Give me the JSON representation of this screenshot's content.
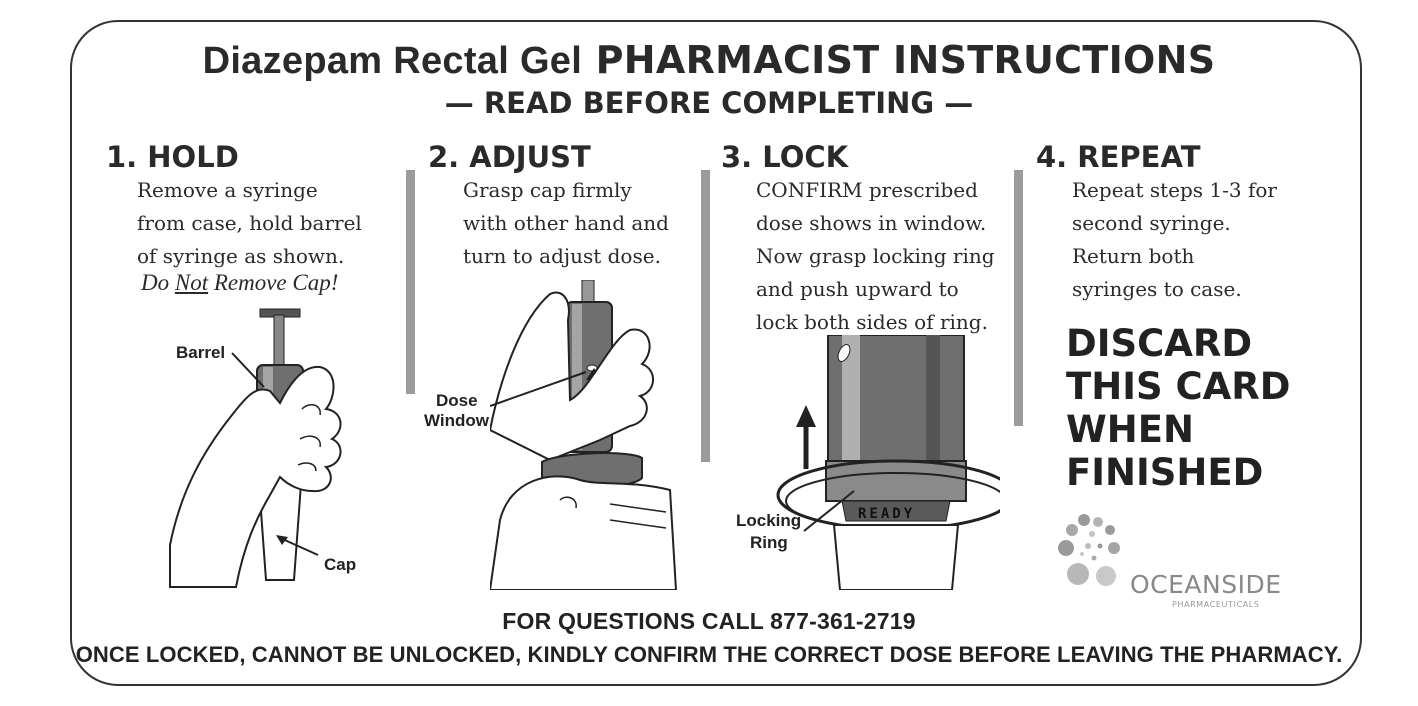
{
  "header": {
    "title_part1": "Diazepam Rectal Gel",
    "title_part2": "PHARMACIST INSTRUCTIONS",
    "subtitle": "— READ BEFORE COMPLETING —"
  },
  "steps": [
    {
      "title": "1. HOLD",
      "lines": [
        "Remove a syringe",
        "from case, hold barrel",
        "of syringe as shown."
      ],
      "warning_pre": "Do ",
      "warning_underlined": "Not",
      "warning_post": " Remove Cap!",
      "labels": {
        "barrel": "Barrel",
        "cap": "Cap"
      }
    },
    {
      "title": "2. ADJUST",
      "lines": [
        "Grasp cap firmly",
        "with other hand and",
        "turn to adjust dose."
      ],
      "labels": {
        "dose_1": "Dose",
        "dose_2": "Window"
      }
    },
    {
      "title": "3. LOCK",
      "lines": [
        "CONFIRM prescribed",
        "dose shows in window.",
        "Now grasp locking ring",
        "and push upward to",
        "lock both sides of ring."
      ],
      "labels": {
        "locking_1": "Locking",
        "locking_2": "Ring",
        "ready": "READY"
      }
    },
    {
      "title": "4. REPEAT",
      "lines": [
        "Repeat steps 1-3 for",
        "second syringe.",
        "Return both",
        "syringes to case."
      ],
      "discard": [
        "DISCARD",
        "THIS CARD",
        "WHEN",
        "FINISHED"
      ]
    }
  ],
  "logo": {
    "name": "OCEANSIDE",
    "sub": "PHARMACEUTICALS"
  },
  "footer": {
    "line1": "FOR QUESTIONS CALL 877-361-2719",
    "line2": "ONCE LOCKED, CANNOT BE UNLOCKED, KINDLY CONFIRM THE CORRECT DOSE BEFORE LEAVING THE PHARMACY."
  },
  "colors": {
    "border": "#333333",
    "divider": "#9b9b9b",
    "logo_gray": "#9a9a9a"
  }
}
